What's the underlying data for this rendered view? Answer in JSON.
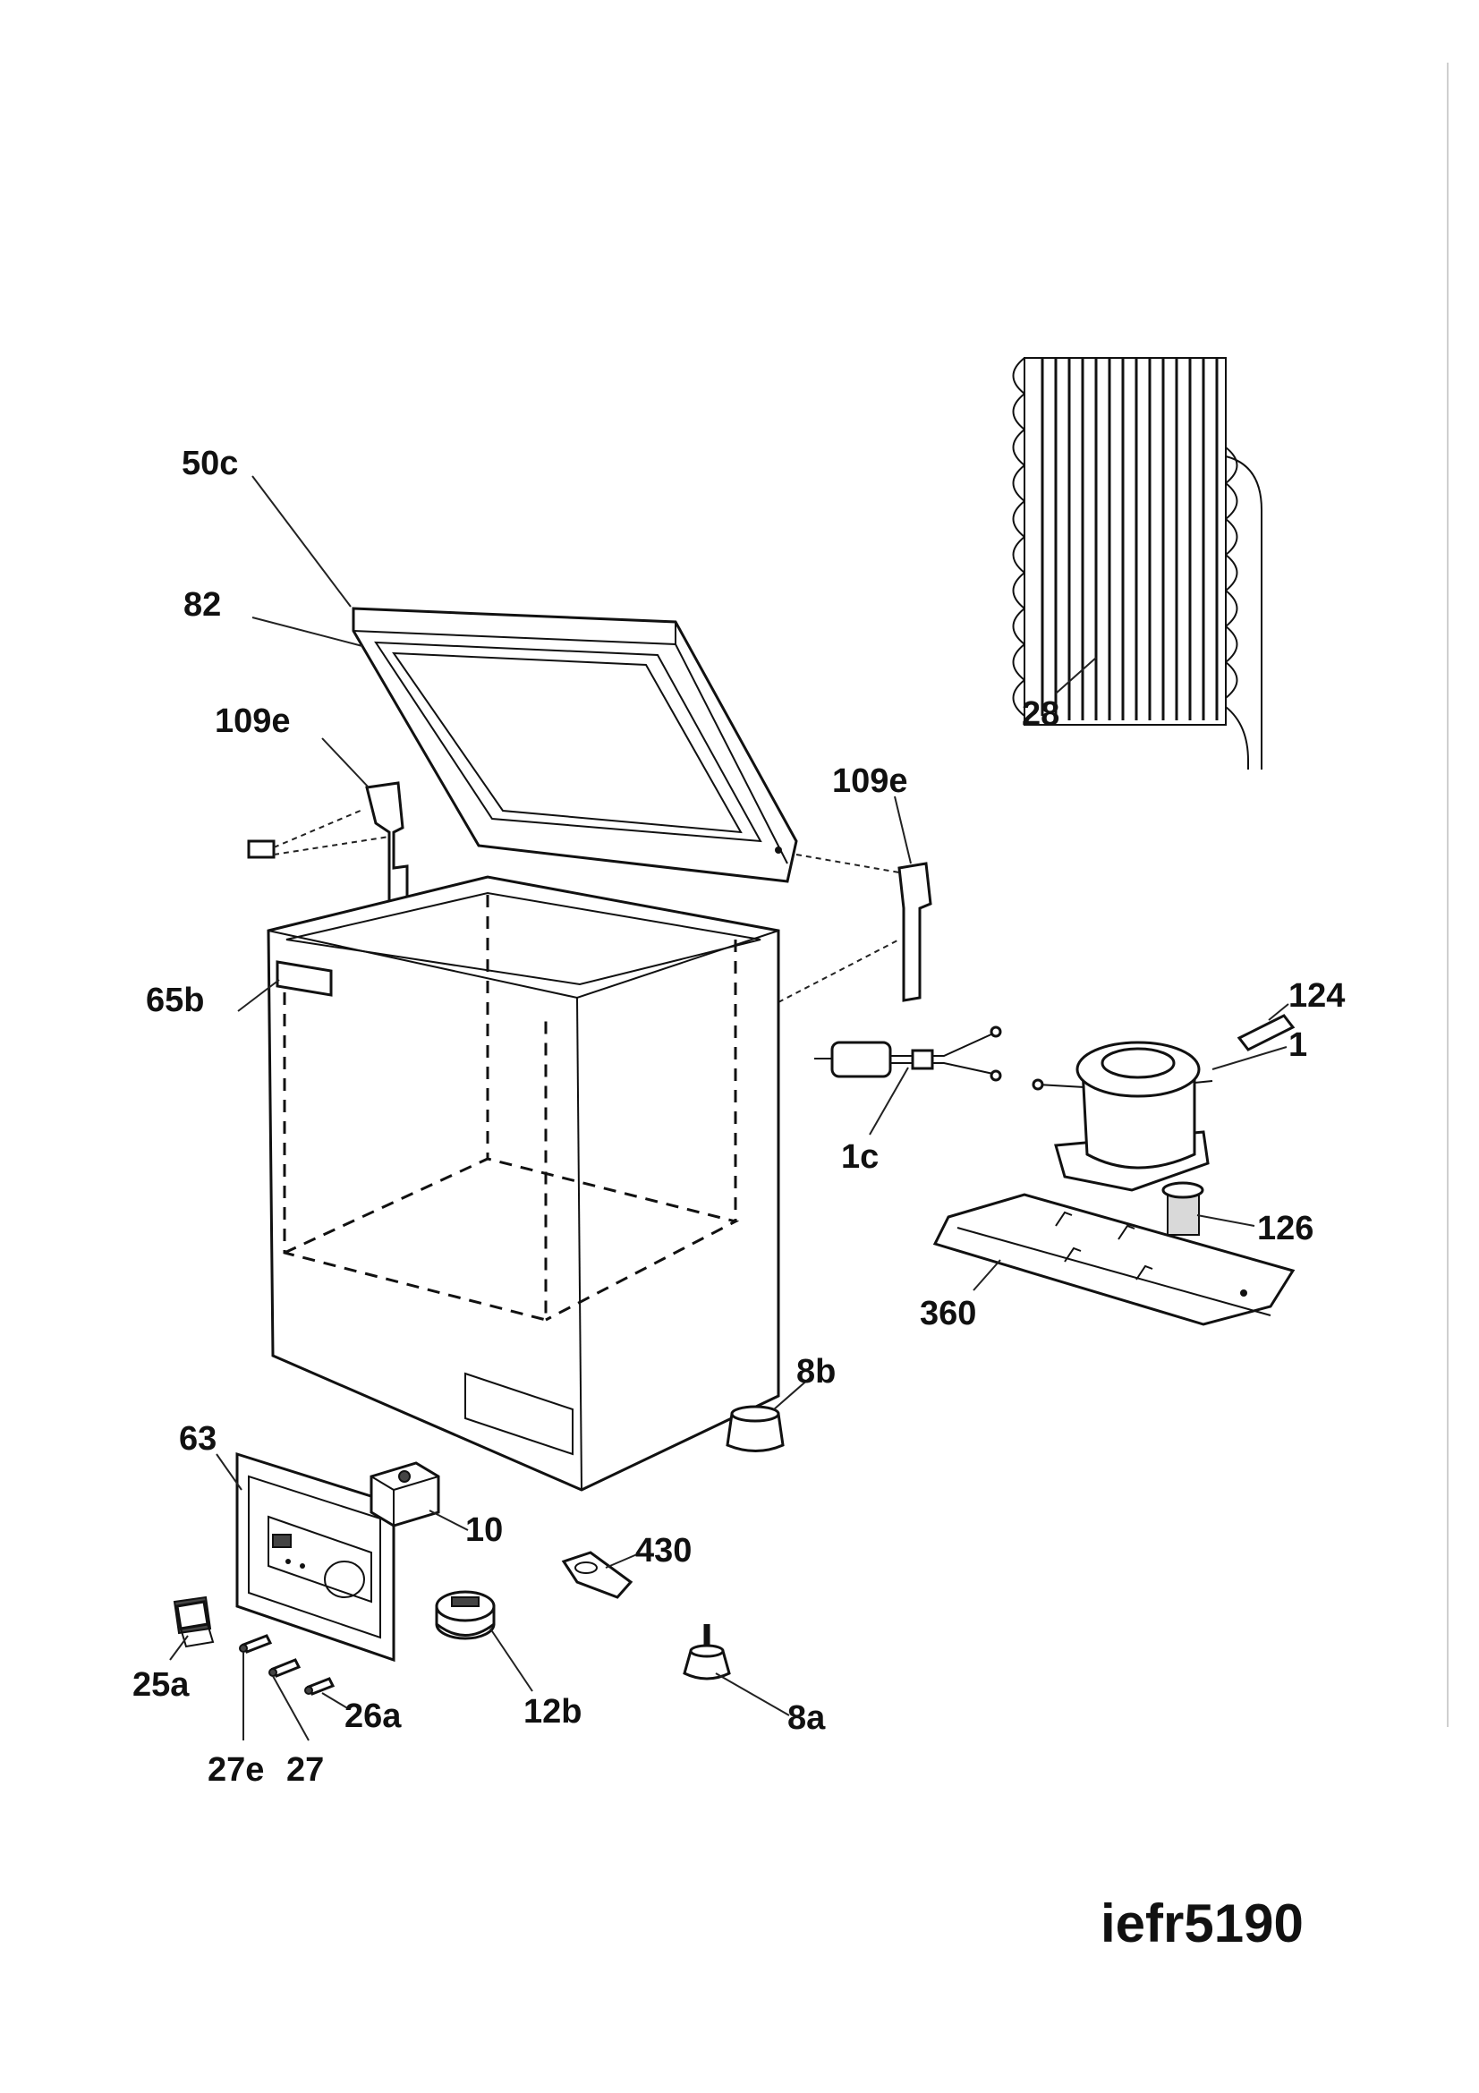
{
  "diagram": {
    "model_code": "iefr5190",
    "part_labels": [
      "50c",
      "82",
      "109e",
      "109e",
      "65b",
      "28",
      "124",
      "1",
      "1c",
      "126",
      "360",
      "8b",
      "63",
      "10",
      "430",
      "25a",
      "12b",
      "26a",
      "8a",
      "27e",
      "27"
    ]
  }
}
